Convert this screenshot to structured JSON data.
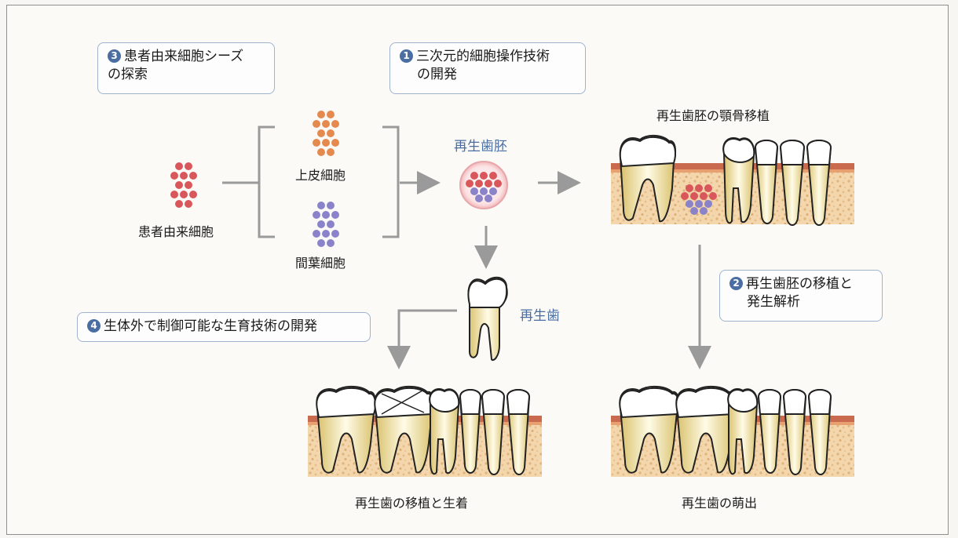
{
  "callouts": {
    "c3": {
      "badge": "3",
      "line1": "患者由来細胞シーズ",
      "line2": "の探索"
    },
    "c1": {
      "badge": "1",
      "line1": "三次元的細胞操作技術",
      "line2": "の開発"
    },
    "c2": {
      "badge": "2",
      "line1": "再生歯胚の移植と",
      "line2": "発生解析"
    },
    "c4": {
      "badge": "4",
      "line1": "生体外で制御可能な生育技術の開発"
    }
  },
  "labels": {
    "patient_cells": "患者由来細胞",
    "epithelial_cells": "上皮細胞",
    "mesenchymal_cells": "間葉細胞",
    "tooth_germ": "再生歯胚",
    "regenerated_tooth": "再生歯",
    "jaw_transplant": "再生歯胚の顎骨移植",
    "transplant_engraft": "再生歯の移植と生着",
    "eruption": "再生歯の萌出"
  },
  "colors": {
    "red_cell": "#d9575a",
    "orange_cell": "#e58a4e",
    "purple_cell": "#8a83c9",
    "gum": "#c96a4e",
    "bone": "#f0cfa0",
    "arrow": "#9a9a9a",
    "accent_blue": "#4a6da2"
  }
}
